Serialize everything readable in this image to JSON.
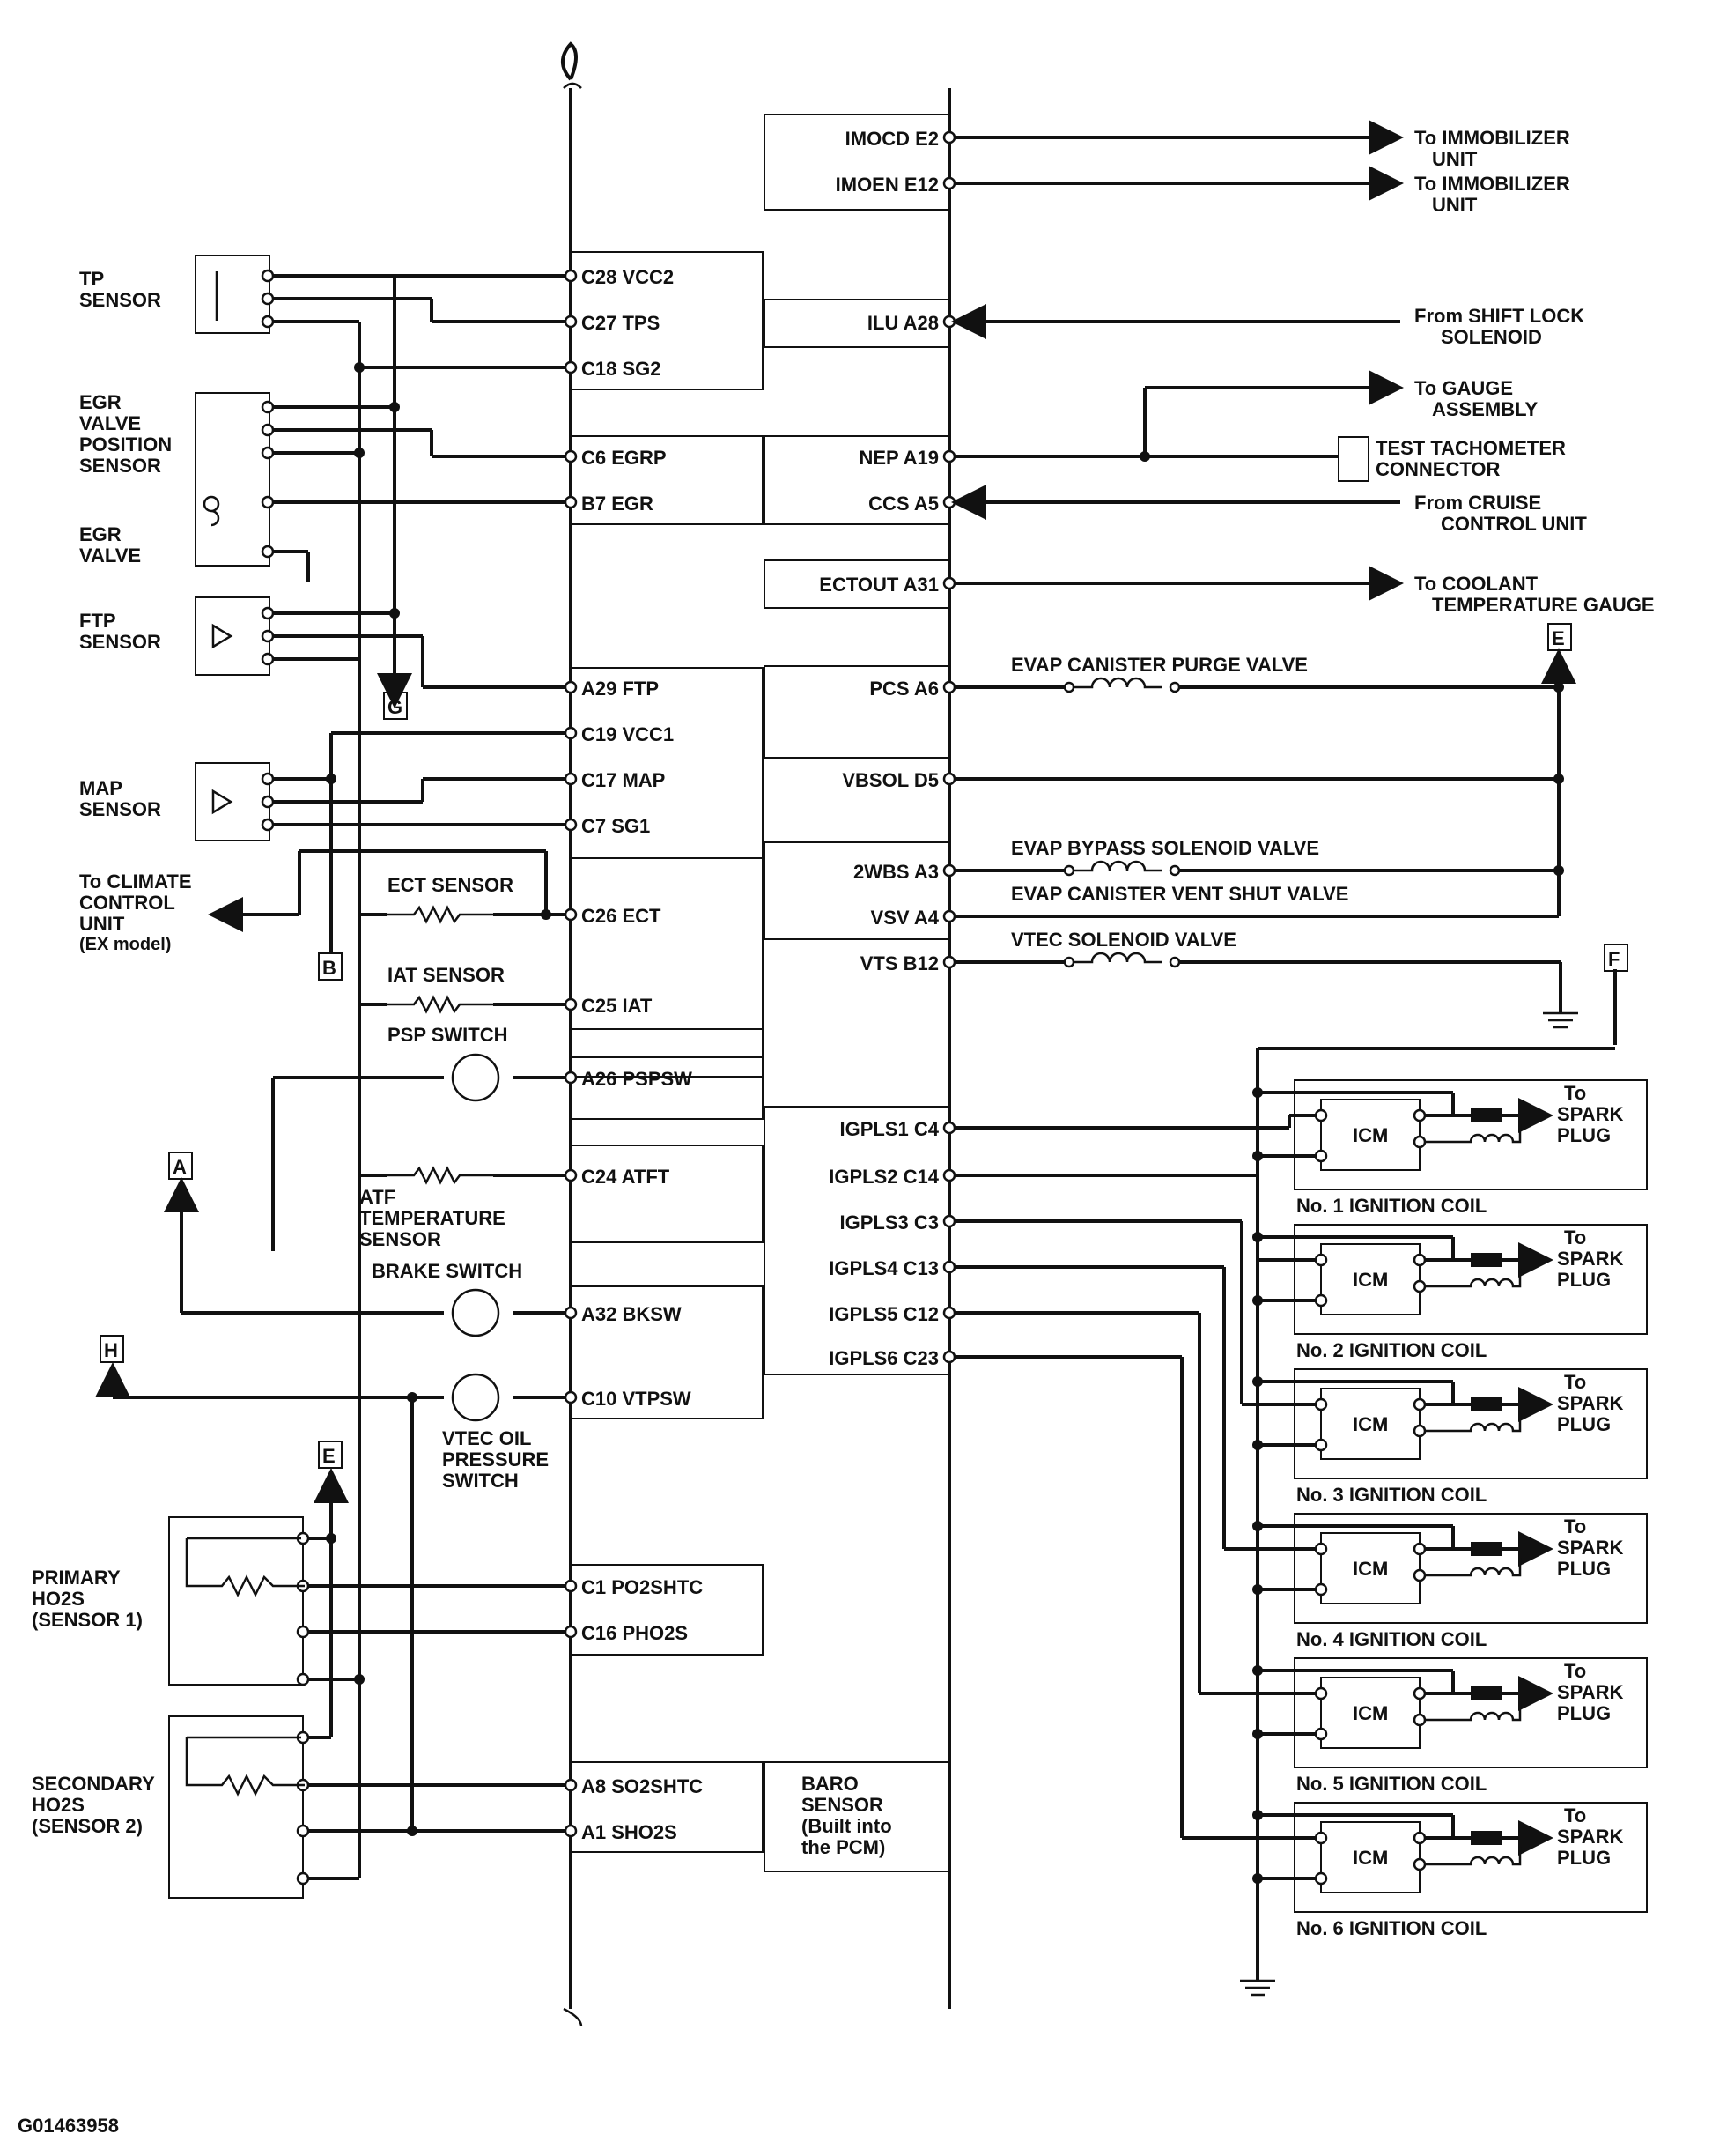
{
  "pins_left": [
    "C28 VCC2",
    "C27 TPS",
    "C18 SG2",
    "C6 EGRP",
    "B7 EGR",
    "A29 FTP",
    "C19 VCC1",
    "C17 MAP",
    "C7 SG1",
    "C26 ECT",
    "C25 IAT",
    "A26 PSPSW",
    "C24 ATFT",
    "A32 BKSW",
    "C10 VTPSW",
    "C1 PO2SHTC",
    "C16 PHO2S",
    "A8 SO2SHTC",
    "A1 SHO2S"
  ],
  "pins_right": [
    "IMOCD E2",
    "IMOEN E12",
    "ILU A28",
    "NEP A19",
    "CCS A5",
    "ECTOUT A31",
    "PCS A6",
    "VBSOL D5",
    "2WBS A3",
    "VSV A4",
    "VTS B12",
    "IGPLS1 C4",
    "IGPLS2 C14",
    "IGPLS3 C3",
    "IGPLS4 C13",
    "IGPLS5 C12",
    "IGPLS6 C23"
  ],
  "components_left": [
    [
      "TP",
      "SENSOR"
    ],
    [
      "EGR",
      "VALVE",
      "POSITION",
      "SENSOR"
    ],
    [
      "EGR",
      "VALVE"
    ],
    [
      "FTP",
      "SENSOR"
    ],
    [
      "MAP",
      "SENSOR"
    ],
    [
      "To CLIMATE",
      "CONTROL",
      "UNIT",
      "(EX model)"
    ],
    [
      "PRIMARY",
      "HO2S",
      "(SENSOR 1)"
    ],
    [
      "SECONDARY",
      "HO2S",
      "(SENSOR 2)"
    ]
  ],
  "components_mid": {
    "ect": "ECT SENSOR",
    "iat": "IAT SENSOR",
    "psp": "PSP SWITCH",
    "atf": [
      "ATF",
      "TEMPERATURE",
      "SENSOR"
    ],
    "brake": "BRAKE SWITCH",
    "vtec": [
      "VTEC OIL",
      "PRESSURE",
      "SWITCH"
    ],
    "baro": [
      "BARO",
      "SENSOR",
      "(Built into",
      "the PCM)"
    ]
  },
  "destinations_right": [
    [
      "To IMMOBILIZER",
      "UNIT"
    ],
    [
      "To IMMOBILIZER",
      "UNIT"
    ],
    [
      "From SHIFT LOCK",
      "SOLENOID"
    ],
    [
      "To GAUGE",
      "ASSEMBLY"
    ],
    [
      "TEST TACHOMETER",
      "CONNECTOR"
    ],
    [
      "From CRUISE",
      "CONTROL UNIT"
    ],
    [
      "To COOLANT",
      "TEMPERATURE GAUGE"
    ]
  ],
  "valves": [
    "EVAP CANISTER PURGE VALVE",
    "EVAP BYPASS SOLENOID VALVE",
    "EVAP CANISTER VENT SHUT VALVE",
    "VTEC SOLENOID VALVE"
  ],
  "coils": {
    "labels": [
      "No. 1 IGNITION COIL",
      "No. 2 IGNITION COIL",
      "No. 3 IGNITION COIL",
      "No. 4 IGNITION COIL",
      "No. 5 IGNITION COIL",
      "No. 6 IGNITION COIL"
    ],
    "icm": "ICM",
    "spark": [
      "To",
      "SPARK",
      "PLUG"
    ]
  },
  "connectors": [
    "A",
    "B",
    "E",
    "F",
    "G",
    "H"
  ],
  "footer_code": "G01463958"
}
